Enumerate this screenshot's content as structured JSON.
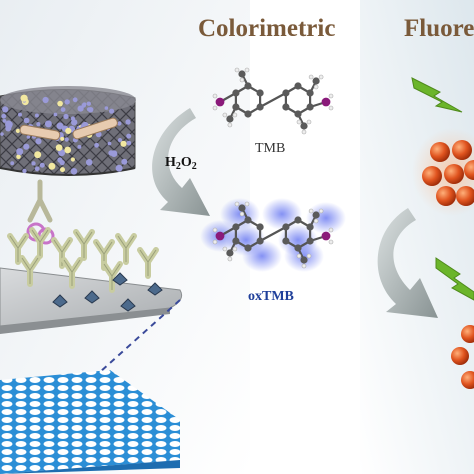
{
  "labels": {
    "colorimetric": "Colorimetric",
    "fluorescence_partial": "Fluore",
    "reagent": "H2O2",
    "substrate": "TMB",
    "product": "oxTMB"
  },
  "colors": {
    "title": "#7a5a3a",
    "product_label": "#1f3f9a",
    "nanoparticle": "#e0541f",
    "lightning": "#6bb52a",
    "glow": "#5b6cf0",
    "arrow": "#8f9a9a",
    "nitrogen": "#8a1a7a"
  }
}
